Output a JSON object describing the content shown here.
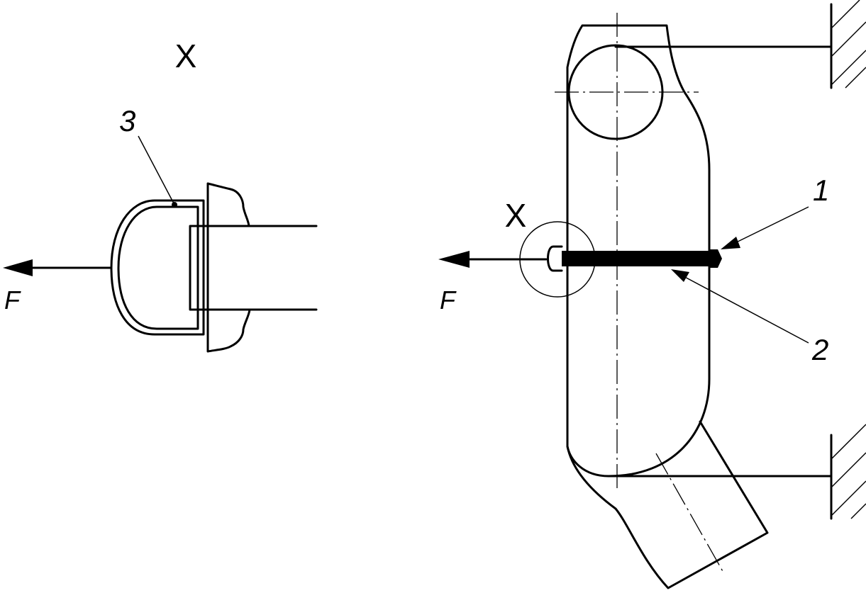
{
  "detail_view": {
    "view_label": "X",
    "part_label_3": "3",
    "force_label": "F"
  },
  "main_view": {
    "view_label": "X",
    "part_label_1": "1",
    "part_label_2": "2",
    "force_label": "F"
  }
}
